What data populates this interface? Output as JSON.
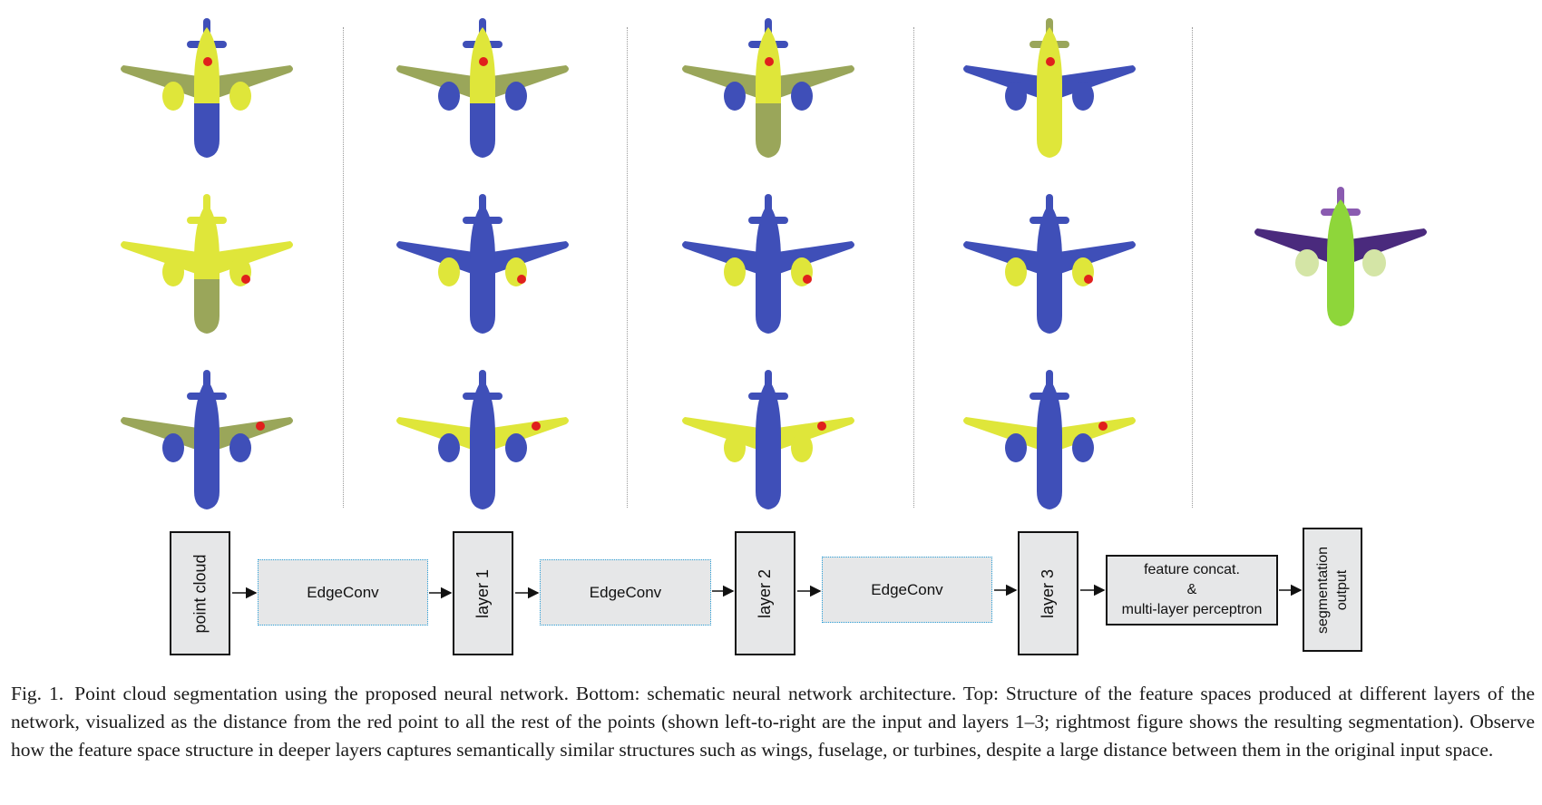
{
  "figure": {
    "columns": [
      "input",
      "layer 1",
      "layer 2",
      "layer 3"
    ],
    "colors": {
      "blue": "#3f4fb8",
      "yellow": "#dfe63a",
      "mix": "#9aa65a",
      "red": "#e0201c",
      "seg_body": "#8ed63a",
      "seg_wing": "#4a2a7d",
      "seg_tail": "#8a5bb0",
      "seg_engine": "#d4e5a6"
    },
    "rows": [
      [
        {
          "body": "yellow",
          "nose": "blue",
          "wings": "mix",
          "engines": "yellow",
          "tail": "blue",
          "red": "fuselage"
        },
        {
          "body": "yellow",
          "nose": "blue",
          "wings": "mix",
          "engines": "blue",
          "tail": "blue",
          "red": "fuselage"
        },
        {
          "body": "yellow",
          "nose": "mix",
          "wings": "mix",
          "engines": "blue",
          "tail": "blue",
          "red": "fuselage"
        },
        {
          "body": "yellow",
          "nose": "yellow",
          "wings": "blue",
          "engines": "blue",
          "tail": "mix",
          "red": "fuselage"
        }
      ],
      [
        {
          "body": "yellow",
          "nose": "mix",
          "wings": "yellow",
          "engines": "yellow",
          "tail": "yellow",
          "red": "engine"
        },
        {
          "body": "blue",
          "nose": "blue",
          "wings": "blue",
          "engines": "yellow",
          "tail": "blue",
          "red": "engine"
        },
        {
          "body": "blue",
          "nose": "blue",
          "wings": "blue",
          "engines": "yellow",
          "tail": "blue",
          "red": "engine"
        },
        {
          "body": "blue",
          "nose": "blue",
          "wings": "blue",
          "engines": "yellow",
          "tail": "blue",
          "red": "engine"
        }
      ],
      [
        {
          "body": "blue",
          "nose": "blue",
          "wings": "mix",
          "engines": "blue",
          "tail": "blue",
          "red": "wing"
        },
        {
          "body": "blue",
          "nose": "blue",
          "wings": "yellow",
          "engines": "blue",
          "tail": "blue",
          "red": "wing"
        },
        {
          "body": "blue",
          "nose": "blue",
          "wings": "yellow",
          "engines": "yellow",
          "tail": "blue",
          "red": "wing"
        },
        {
          "body": "blue",
          "nose": "blue",
          "wings": "yellow",
          "engines": "blue",
          "tail": "blue",
          "red": "wing"
        }
      ]
    ]
  },
  "diagram": {
    "nodes": {
      "point_cloud": "point cloud",
      "edgeconv_1": "EdgeConv",
      "layer_1": "layer 1",
      "edgeconv_2": "EdgeConv",
      "layer_2": "layer 2",
      "edgeconv_3": "EdgeConv",
      "layer_3": "layer 3",
      "concat_line1": "feature concat.",
      "concat_line2": "&",
      "concat_line3": "multi-layer perceptron",
      "seg_line1": "segmentation",
      "seg_line2": "output"
    }
  },
  "caption": {
    "label": "Fig. 1.",
    "text": "Point cloud segmentation using the proposed neural network. Bottom: schematic neural network architecture. Top: Structure of the feature spaces produced at different layers of the network, visualized as the distance from the red point to all the rest of the points (shown left-to-right are the input and layers 1–3; rightmost figure shows the resulting segmentation). Observe how the feature space structure in deeper layers captures semantically similar structures such as wings, fuselage, or turbines, despite a large distance between them in the original input space."
  }
}
